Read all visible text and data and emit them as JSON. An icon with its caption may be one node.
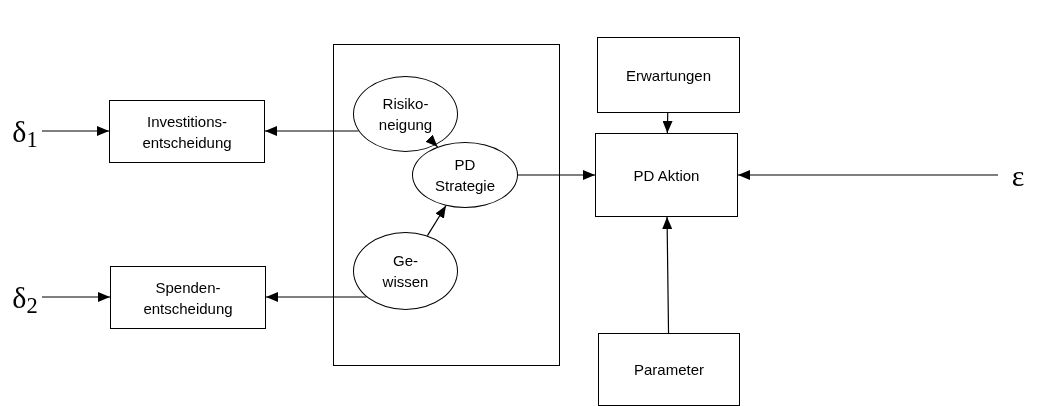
{
  "diagram": {
    "nodes": [
      {
        "text": [
          "δ$_{1}$"
        ]
      },
      {
        "text": [
          "Investitions- entscheidung"
        ]
      },
      {
        "text": [
          "δ$_{2}$"
        ]
      },
      {
        "text": [
          "Spenden- entscheidung"
        ]
      },
      {
        "text": [],
        "shape": "box"
      },
      {
        "text": [
          "Risiko- neigung"
        ],
        "in": 4
      },
      {
        "text": [
          "Ge- wissen"
        ],
        "in": 4
      },
      {
        "text": [
          "PD Strategie"
        ],
        "in": 4
      },
      {
        "text": [
          "Erwartungen"
        ]
      },
      {
        "text": [
          "PD Aktion"
        ]
      },
      {
        "text": [
          "ε"
        ]
      },
      {
        "text": [
          "Parameter"
        ]
      }
    ],
    "edges": [
      {
        "from": 0,
        "to": 1,
        "arrow": "to"
      },
      {
        "from": 5,
        "to": 1,
        "arrow": "to"
      },
      {
        "from": 2,
        "to": 3,
        "arrow": "to"
      },
      {
        "from": 6,
        "to": 3,
        "arrow": "to"
      },
      {
        "from": 5,
        "to": 7,
        "arrow": "to"
      },
      {
        "from": 6,
        "to": 7,
        "arrow": "to"
      },
      {
        "from": 7,
        "to": 9,
        "arrow": "to"
      },
      {
        "from": 8,
        "to": 9,
        "arrow": "to"
      },
      {
        "from": 10,
        "to": 9,
        "arrow": "to"
      },
      {
        "from": 11,
        "to": 9,
        "arrow": "to"
      }
    ]
  }
}
